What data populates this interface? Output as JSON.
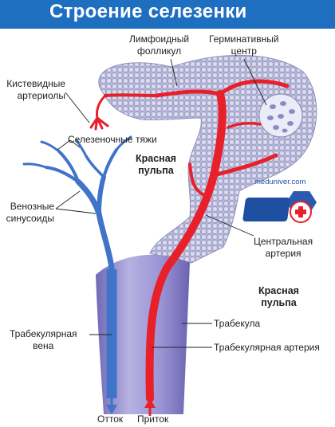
{
  "title": "Строение селезенки",
  "labels": {
    "lymphoid_follicle": "Лимфоидный\nфолликул",
    "germinal_center": "Герминативный\nцентр",
    "penicillar_arterioles": "Кистевидные\nартериолы",
    "splenic_cords": "Селезеночные тяжи",
    "red_pulp_1": "Красная\nпульпа",
    "venous_sinusoids": "Венозные\nсинусоиды",
    "central_artery": "Центральная\nартерия",
    "red_pulp_2": "Красная\nпульпа",
    "trabecular_vein": "Трабекулярная\nвена",
    "trabecula": "Трабекула",
    "trabecular_artery": "Трабекулярная артерия",
    "outflow": "Отток",
    "inflow": "Приток"
  },
  "watermark": "meduniver.com",
  "colors": {
    "title_bar": "#1f6fc0",
    "artery": "#e8202a",
    "vein": "#3f74c8",
    "lymphoid_tissue": "#b7b8d8",
    "trabecula": "#8d86c7"
  }
}
